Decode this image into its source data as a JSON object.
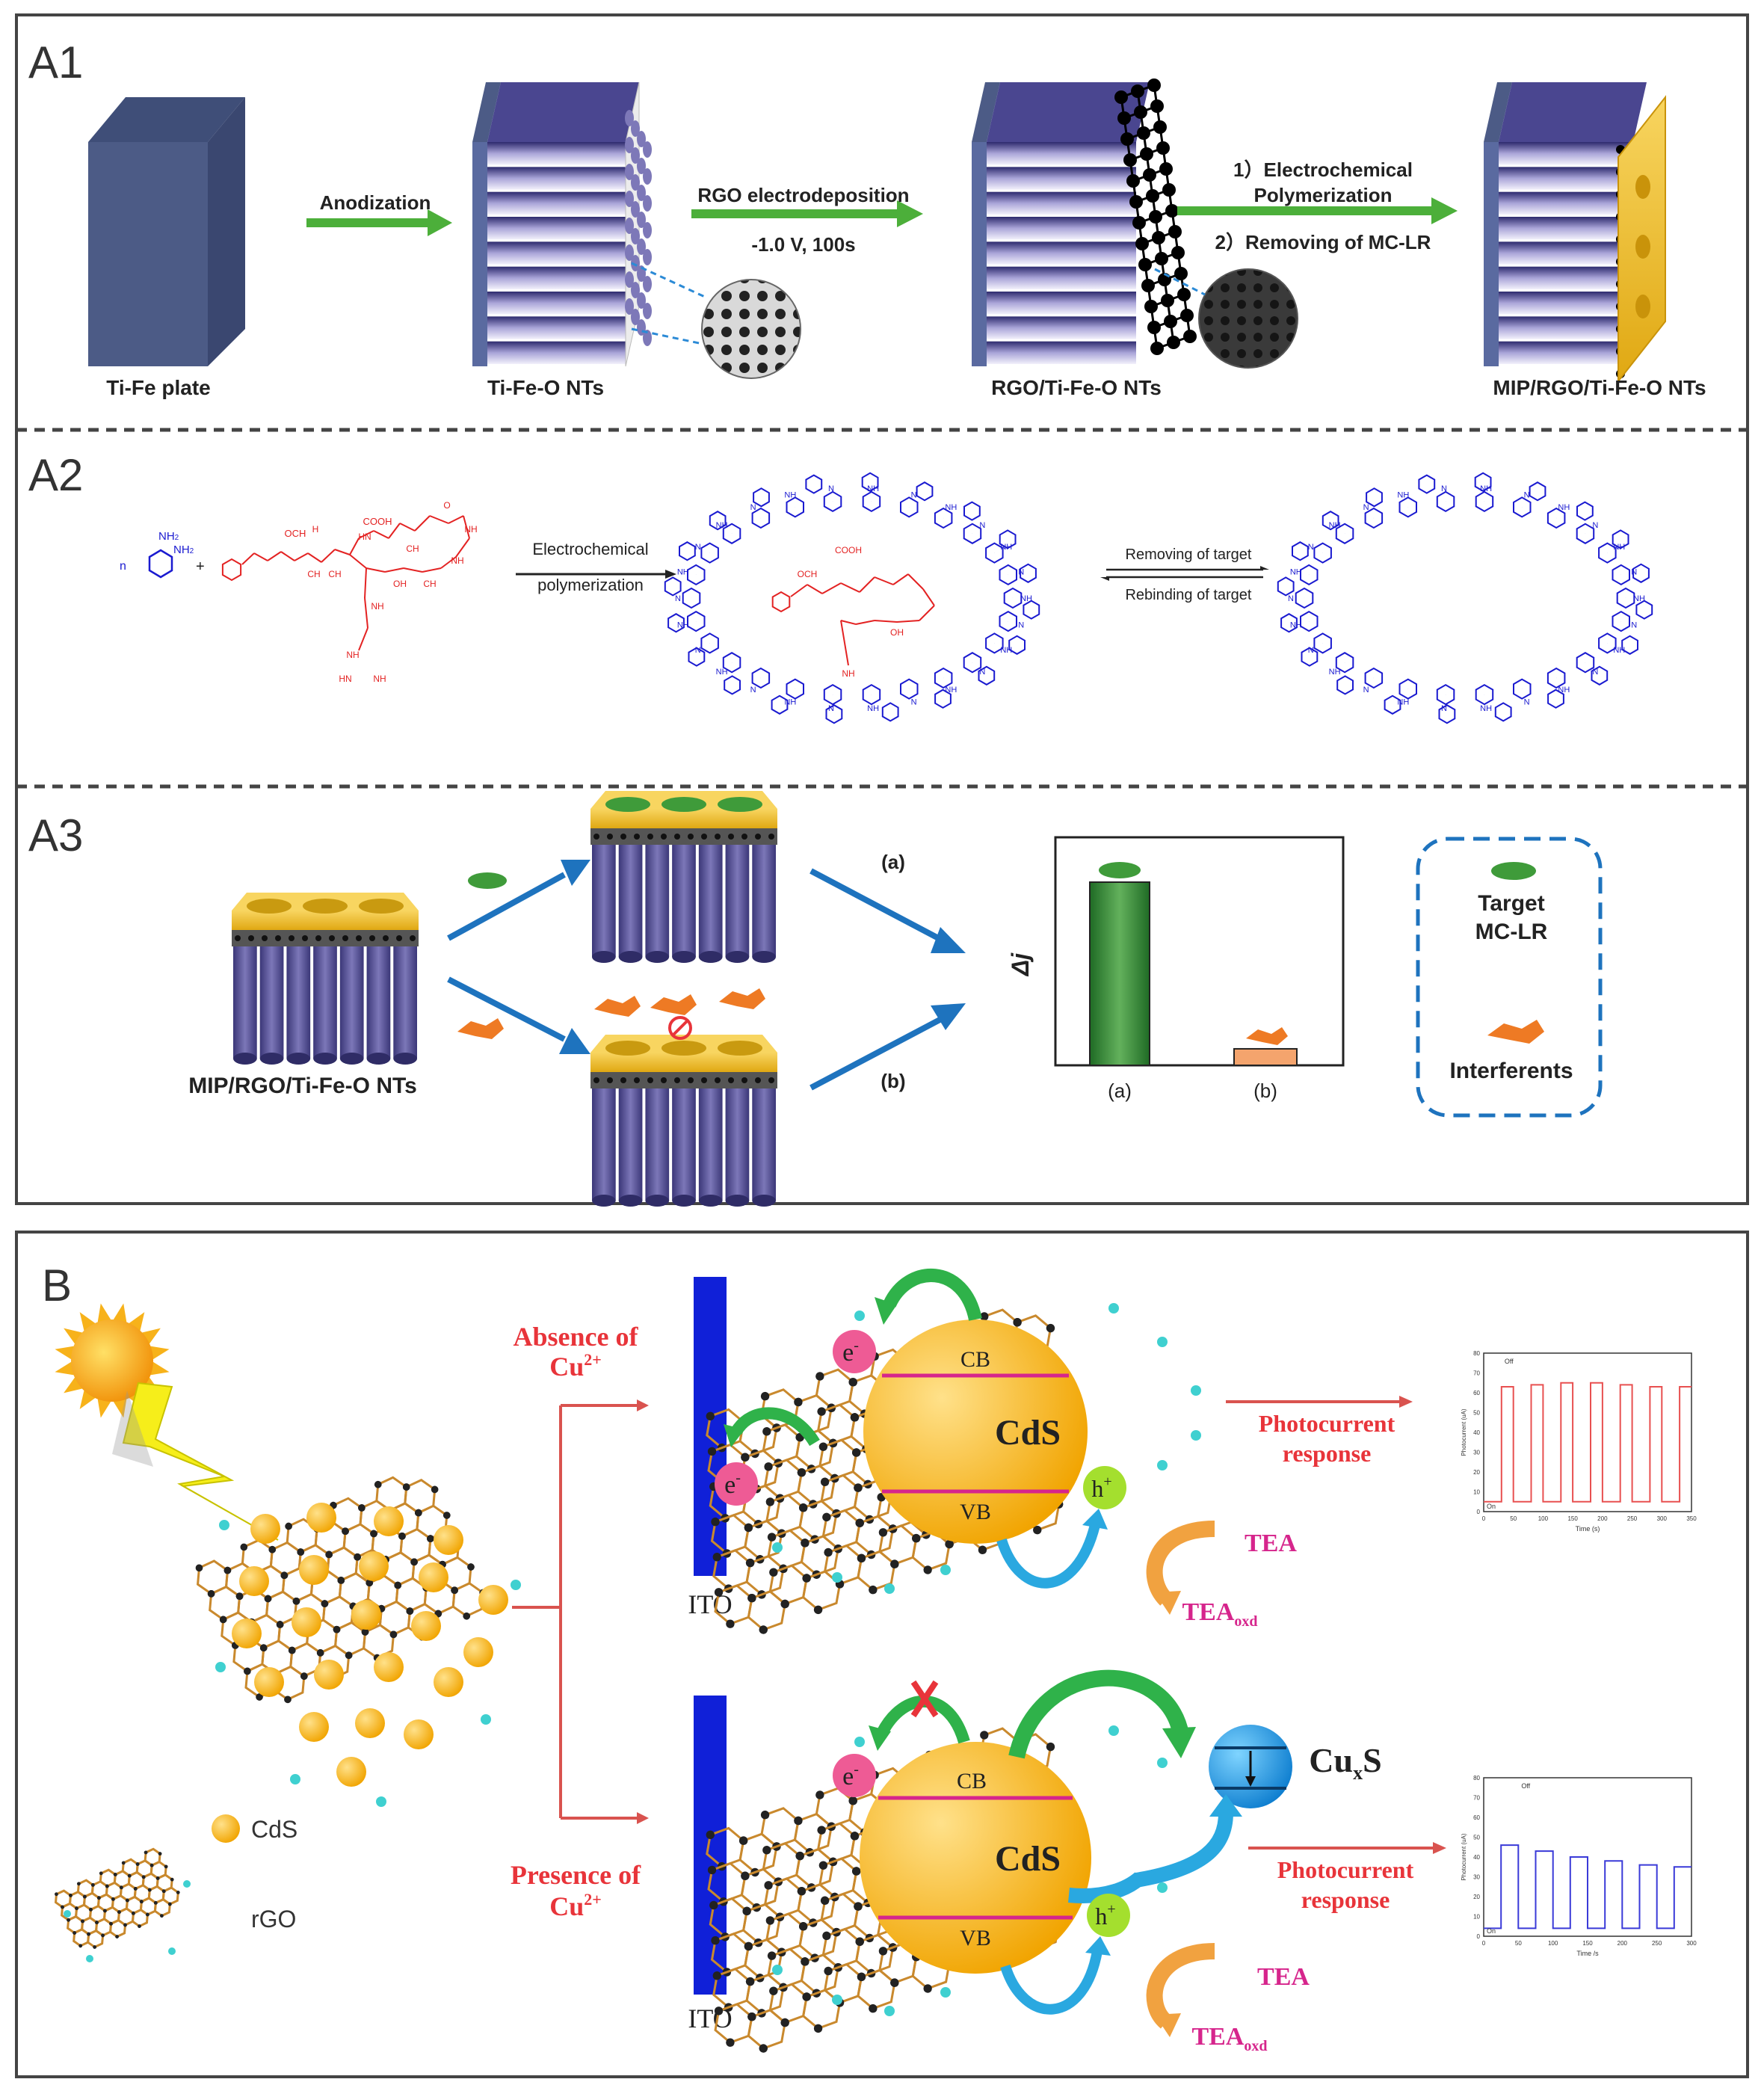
{
  "panel_a": {
    "a1": {
      "label": "A1",
      "stages": [
        "Ti-Fe plate",
        "Ti-Fe-O NTs",
        "RGO/Ti-Fe-O NTs",
        "MIP/RGO/Ti-Fe-O NTs"
      ],
      "arrow1": "Anodization",
      "arrow2_top": "RGO electrodeposition",
      "arrow2_bottom": "-1.0 V, 100s",
      "arrow3_line1": "1）Electrochemical",
      "arrow3_line2": "Polymerization",
      "arrow3_line3": "2）Removing of MC-LR"
    },
    "a2": {
      "label": "A2",
      "monomer_prefix": "n",
      "nh2": "NH",
      "nh2_sub": "2",
      "plus": "+",
      "cooh": "COOH",
      "och3": "OCH",
      "ch3": "CH",
      "h3c": "H",
      "hn": "HN",
      "nh": "NH",
      "n": "N",
      "oh": "OH",
      "o": "O",
      "h": "H",
      "arrow1_top": "Electrochemical",
      "arrow1_bottom": "polymerization",
      "arrow2_top": "Removing of target",
      "arrow2_bottom": "Rebinding of target"
    },
    "a3": {
      "label": "A3",
      "electrode_label": "MIP/RGO/Ti-Fe-O NTs",
      "path_a": "(a)",
      "path_b": "(b)",
      "chart_ylabel": "Δj",
      "chart_categories": [
        "(a)",
        "(b)"
      ],
      "legend_target_line1": "Target",
      "legend_target_line2": "MC-LR",
      "legend_interferents": "Interferents"
    }
  },
  "panel_b": {
    "label": "B",
    "absence_line1": "Absence of",
    "absence_line2": "Cu",
    "cu_sup": "2+",
    "presence_line1": "Presence of",
    "presence_line2": "Cu",
    "ito": "ITO",
    "cb": "CB",
    "vb": "VB",
    "cds": "CdS",
    "electron": "e",
    "electron_sup": "-",
    "hole": "h",
    "hole_sup": "+",
    "tea": "TEA",
    "tea_oxd": "TEA",
    "tea_oxd_sub": "oxd",
    "cuxs": "Cu",
    "cuxs_sub": "x",
    "cuxs_tail": "S",
    "photocurrent_line1": "Photocurrent",
    "photocurrent_line2": "response",
    "legend_cds": "CdS",
    "legend_rgo": "rGO",
    "mini_chart_off": "Off",
    "mini_chart_on": "On",
    "mini_chart_ylabel": "Photocurrent (uA)",
    "mini_chart1_xlabel": "Time (s)",
    "mini_chart2_xlabel": "Time /s"
  },
  "colors": {
    "green_arrow": "#4caf3a",
    "blue_arrow": "#1e73be",
    "red_text": "#e8343a",
    "magenta_text": "#d6258c",
    "nanotube_purple": "#5c58a8",
    "gold": "#f5c22a",
    "ito_blue": "#1020d8",
    "cds_orange": "#f6b21a"
  },
  "chart_data": [
    {
      "type": "bar",
      "categories": [
        "(a)",
        "(b)"
      ],
      "values": [
        1.0,
        0.09
      ],
      "ylabel": "Δj"
    },
    {
      "type": "line",
      "xlabel": "Time (s)",
      "ylabel": "Photocurrent (uA)",
      "xlim": [
        0,
        350
      ],
      "ylim": [
        0,
        80
      ],
      "x_ticks": [
        0,
        50,
        100,
        150,
        200,
        250,
        300,
        350
      ],
      "y_ticks": [
        0,
        10,
        20,
        30,
        40,
        50,
        60,
        70,
        80
      ],
      "series": [
        {
          "x": [
            0,
            20,
            20,
            30,
            30,
            50,
            50,
            80,
            80,
            100,
            100,
            130,
            130,
            150,
            150,
            180,
            180,
            200,
            200,
            230,
            230,
            250,
            250,
            280,
            280,
            300,
            300,
            330,
            330,
            350
          ],
          "values": [
            5,
            5,
            5,
            5,
            63,
            63,
            5,
            5,
            64,
            64,
            5,
            5,
            65,
            65,
            5,
            5,
            65,
            65,
            5,
            5,
            64,
            64,
            5,
            5,
            63,
            63,
            5,
            5,
            63,
            63
          ]
        }
      ]
    },
    {
      "type": "line",
      "xlabel": "Time /s",
      "ylabel": "Photocurrent (uA)",
      "xlim": [
        0,
        300
      ],
      "ylim": [
        0,
        80
      ],
      "x_ticks": [
        0,
        50,
        100,
        150,
        200,
        250,
        300
      ],
      "y_ticks": [
        0,
        10,
        20,
        30,
        40,
        50,
        60,
        70,
        80
      ],
      "series": [
        {
          "x": [
            0,
            25,
            25,
            50,
            50,
            75,
            75,
            100,
            100,
            125,
            125,
            150,
            150,
            175,
            175,
            200,
            200,
            225,
            225,
            250,
            250,
            275,
            275,
            300
          ],
          "values": [
            4,
            4,
            46,
            46,
            4,
            4,
            43,
            43,
            4,
            4,
            40,
            40,
            4,
            4,
            38,
            38,
            4,
            4,
            36,
            36,
            4,
            4,
            35,
            35
          ]
        }
      ]
    }
  ]
}
